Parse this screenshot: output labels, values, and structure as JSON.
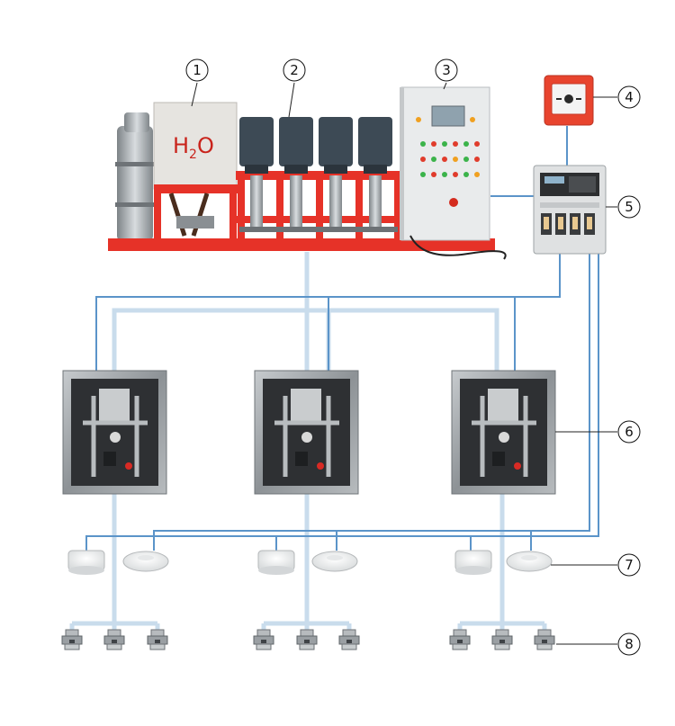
{
  "tank_label": {
    "h": "H",
    "sub": "2",
    "o": "O"
  },
  "callouts": [
    {
      "label": "1",
      "target": "water-tank"
    },
    {
      "label": "2",
      "target": "pump-set"
    },
    {
      "label": "3",
      "target": "control-cabinet"
    },
    {
      "label": "4",
      "target": "manual-call-point"
    },
    {
      "label": "5",
      "target": "fire-alarm-panel"
    },
    {
      "label": "6",
      "target": "zone-valve-box"
    },
    {
      "label": "7",
      "target": "detectors"
    },
    {
      "label": "8",
      "target": "mist-nozzles"
    }
  ],
  "colors": {
    "pipe": "#c9dcec",
    "signal_wire": "#5b94c9",
    "frame_red": "#e63228",
    "alarm_red": "#e8442e",
    "steel": "#9aa0a4",
    "dark_box": "#2e3033",
    "callout_line": "#222222"
  }
}
